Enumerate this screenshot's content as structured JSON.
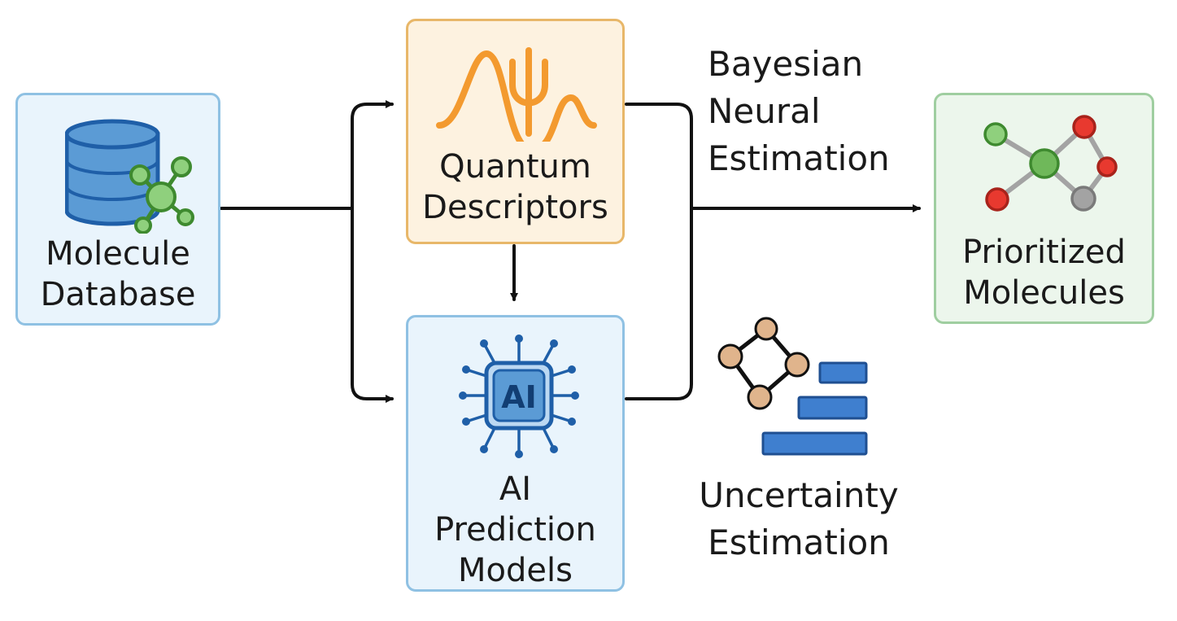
{
  "diagram": {
    "nodes": {
      "molecule_database": {
        "lines": [
          "Molecule",
          "Database"
        ],
        "icon": "database-molecule-icon",
        "fill": "#e9f4fc",
        "border": "#8fc1e3"
      },
      "quantum_descriptors": {
        "lines": [
          "Quantum",
          "Descriptors"
        ],
        "icon": "wavefunction-psi-icon",
        "fill": "#fdf2e0",
        "border": "#e8b769"
      },
      "ai_prediction_models": {
        "lines": [
          "AI",
          "Prediction",
          "Models"
        ],
        "icon": "ai-chip-icon",
        "icon_text": "AI",
        "fill": "#e9f4fc",
        "border": "#8fc1e3"
      },
      "prioritized_molecules": {
        "lines": [
          "Prioritized",
          "Molecules"
        ],
        "icon": "molecule-graph-icon",
        "fill": "#ecf6ec",
        "border": "#9fcea0"
      }
    },
    "annotations": {
      "bayesian": {
        "lines": [
          "Bayesian",
          "Neural",
          "Estimation"
        ]
      },
      "uncertainty": {
        "lines": [
          "Uncertainty",
          "Estimation"
        ],
        "icon": "graph-with-bars-icon"
      }
    },
    "edges": [
      {
        "from": "molecule_database",
        "to": "quantum_descriptors"
      },
      {
        "from": "molecule_database",
        "to": "ai_prediction_models"
      },
      {
        "from": "quantum_descriptors",
        "to": "ai_prediction_models"
      },
      {
        "from": "quantum_descriptors",
        "to": "prioritized_molecules"
      },
      {
        "from": "ai_prediction_models",
        "to": "prioritized_molecules"
      }
    ],
    "colors": {
      "arrow": "#111111",
      "database_blue": "#5b9bd5",
      "database_stroke": "#1f5fa8",
      "molecule_green": "#6fb85a",
      "molecule_green_stroke": "#3e8a2f",
      "wave_orange": "#f39a2f",
      "chip_blue": "#5b9bd5",
      "chip_stroke": "#1f5fa8",
      "atom_red": "#e8392f",
      "atom_gray": "#a3a3a3",
      "node_tan": "#e0b48c",
      "bar_blue": "#3f7fcf"
    }
  }
}
